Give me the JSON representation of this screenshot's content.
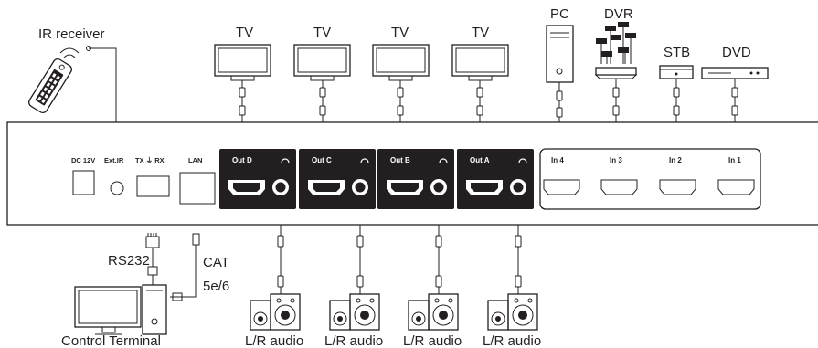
{
  "ir_receiver": "IR receiver",
  "tv_label": "TV",
  "pc_label": "PC",
  "dvr_label": "DVR",
  "stb_label": "STB",
  "dvd_label": "DVD",
  "ports": {
    "dc": "DC 12V",
    "ext_ir": "Ext.IR",
    "txrx": "TX ⏚ RX",
    "lan": "LAN",
    "outputs": [
      "Out D",
      "Out C",
      "Out B",
      "Out A"
    ],
    "inputs": [
      "In 4",
      "In 3",
      "In 2",
      "In 1"
    ]
  },
  "rs232": "RS232",
  "cat": "CAT",
  "cat_sub": "5e/6",
  "control_terminal": "Control Terminal",
  "audio_label": "L/R audio"
}
